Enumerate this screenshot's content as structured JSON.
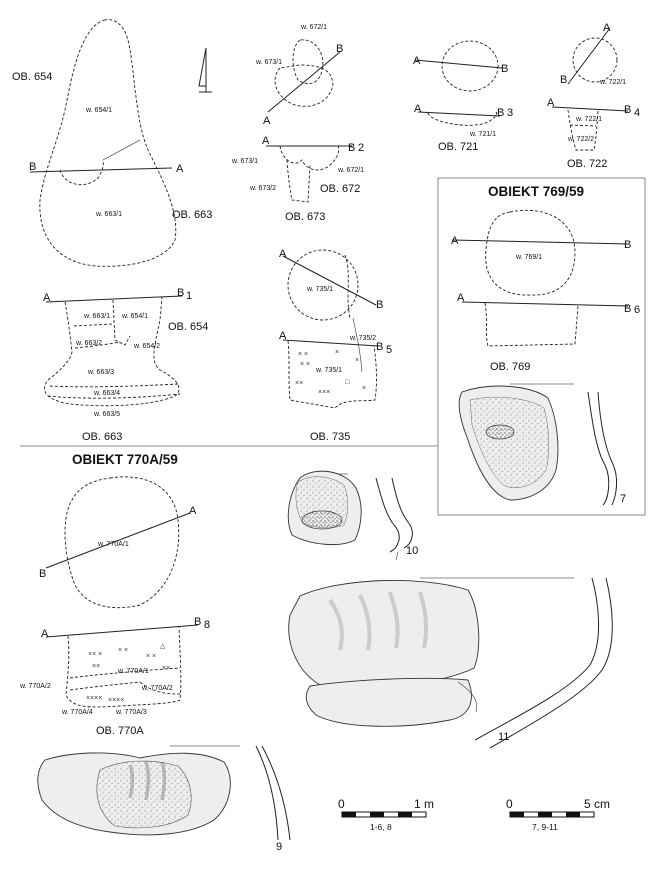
{
  "features": {
    "ob654": {
      "title": "OB. 654",
      "fill": "w. 654/1"
    },
    "ob663": {
      "title": "OB. 663",
      "fill": "w. 663/1"
    },
    "s1": {
      "a": "A",
      "b": "B",
      "n": "1",
      "fills": [
        "w. 663/1",
        "w. 654/1",
        "w. 663/2",
        "w. 654/2",
        "w. 663/3",
        "w. 663/4",
        "w. 663/5"
      ],
      "ob654": "OB. 654",
      "caption": "OB. 663"
    },
    "b_upper": "B",
    "a_upper": "A",
    "ob672_673_plan": {
      "fills": [
        "w. 672/1",
        "w. 673/1"
      ],
      "a": "A",
      "b": "B"
    },
    "s2": {
      "a": "A",
      "b": "B",
      "n": "2",
      "fills": [
        "w. 673/1",
        "w. 672/1",
        "w. 673/2"
      ],
      "ob672": "OB. 672",
      "caption": "OB. 673"
    },
    "ob721": {
      "a": "A",
      "b": "B",
      "a2": "A",
      "b2": "B",
      "n": "3",
      "fill": "w. 721/1",
      "caption": "OB. 721"
    },
    "ob722": {
      "a": "A",
      "b": "B",
      "a2": "A",
      "b2": "B",
      "n": "4",
      "fills": [
        "w. 722/1",
        "w. 722/1",
        "w. 722/2"
      ],
      "caption": "OB. 722"
    },
    "ob735": {
      "a": "A",
      "b": "B",
      "fill": "w. 735/1",
      "a2": "A",
      "b2": "B",
      "n": "5",
      "fills": [
        "w. 735/2",
        "w. 735/1"
      ],
      "caption": "OB. 735"
    },
    "ob769": {
      "heading": "OBIEKT 769/59",
      "a": "A",
      "b": "B",
      "fill": "w. 769/1",
      "a2": "A",
      "b2": "B",
      "n": "6",
      "caption": "OB. 769",
      "find": "7"
    },
    "ob770": {
      "heading": "OBIEKT 770A/59",
      "a": "A",
      "b": "B",
      "fill": "w. 770A/1",
      "a2": "A",
      "b2": "B",
      "n": "8",
      "fills": [
        "w. 770A/1",
        "w. 770A/2",
        "w. 770A/2",
        "w. 770A/4",
        "w. 770A/3"
      ],
      "caption": "OB. 770A"
    },
    "finds": {
      "f9": "9",
      "f10": "10",
      "f11": "11"
    }
  },
  "scales": [
    {
      "zero": "0",
      "end": "1 m",
      "caption": "1-6, 8"
    },
    {
      "zero": "0",
      "end": "5 cm",
      "caption": "7, 9-11"
    }
  ]
}
